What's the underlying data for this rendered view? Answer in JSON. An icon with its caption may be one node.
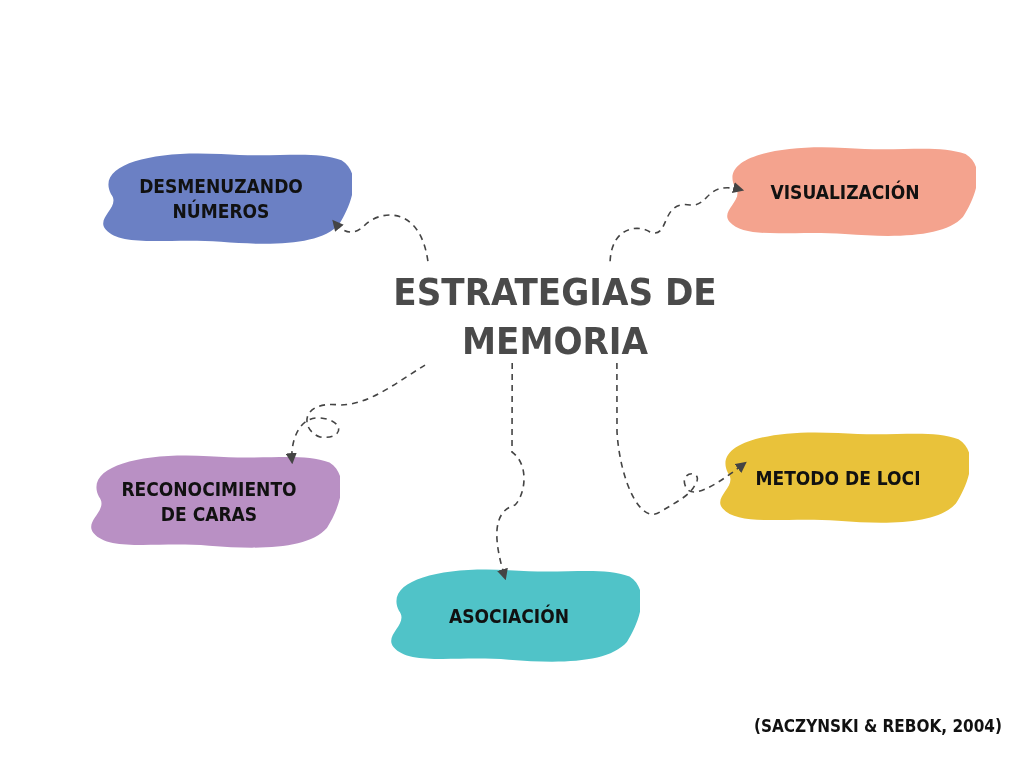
{
  "diagram": {
    "nodes": [
      {
        "text": [
          "ESTRATEGIAS DE MEMORIA"
        ]
      },
      {
        "text": [
          "DESMENUZANDO NÚMEROS"
        ]
      },
      {
        "text": [
          "VISUALIZACIÓN"
        ]
      },
      {
        "text": [
          "RECONOCIMIENTO DE CARAS"
        ]
      },
      {
        "text": [
          "METODO DE LOCI"
        ]
      },
      {
        "text": [
          "ASOCIACIÓN"
        ]
      }
    ],
    "edges": [
      {
        "from": 0,
        "to": 1,
        "arrow": "to",
        "style": "dashed"
      },
      {
        "from": 0,
        "to": 2,
        "arrow": "to",
        "style": "dashed"
      },
      {
        "from": 0,
        "to": 3,
        "arrow": "to",
        "style": "dashed"
      },
      {
        "from": 0,
        "to": 5,
        "arrow": "to",
        "style": "dashed"
      },
      {
        "from": 0,
        "to": 4,
        "arrow": "to",
        "style": "dashed"
      }
    ],
    "labels": [
      "(SACZYNSKI & REBOK, 2004)"
    ]
  }
}
